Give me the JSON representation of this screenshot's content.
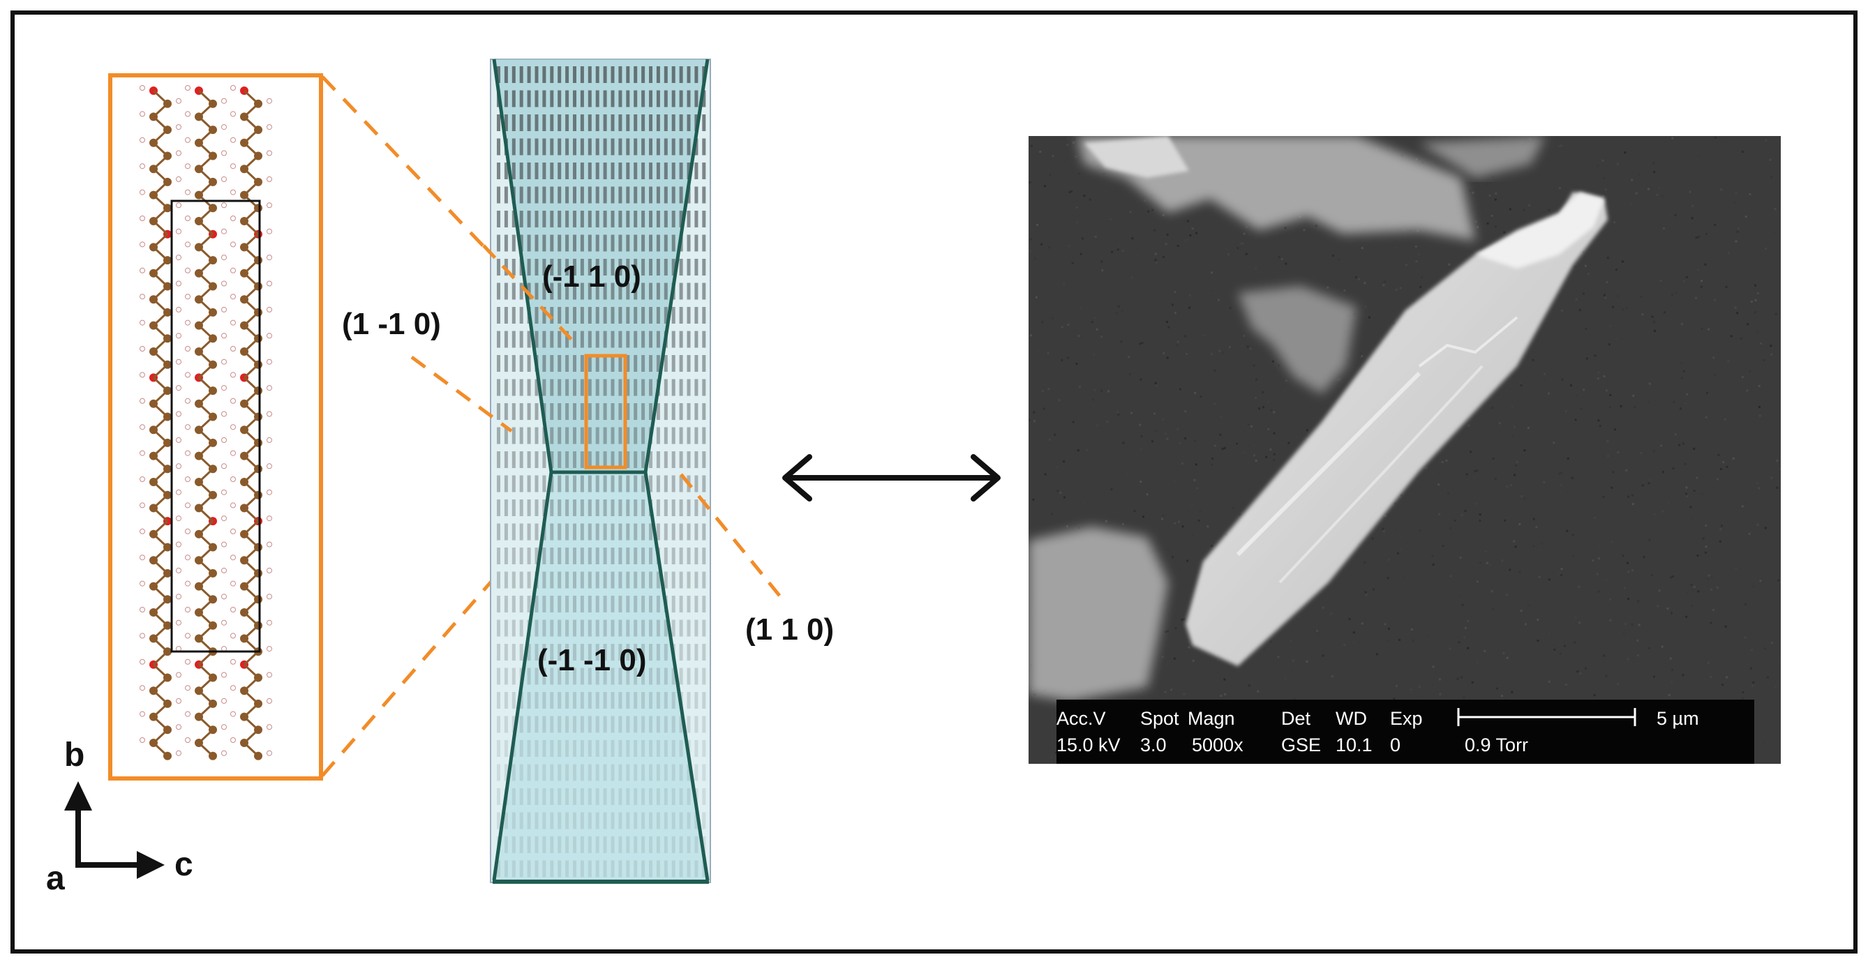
{
  "planes": {
    "top": "(-1 1 0)",
    "bottom": "(-1 -1 0)",
    "left": "(1 -1 0)",
    "right": "(1 1 0)"
  },
  "axes": {
    "b": "b",
    "a": "a",
    "c": "c"
  },
  "sem_info": {
    "header": [
      "Acc.V",
      "Spot",
      "Magn",
      "Det",
      "WD",
      "Exp"
    ],
    "values": [
      "15.0 kV",
      "3.0",
      "5000x",
      "GSE",
      "10.1",
      "0",
      "0.9 Torr"
    ],
    "scale": "5 µm"
  },
  "colors": {
    "crystal_fill": "#c8e8ec",
    "crystal_edge": "#1f5c52",
    "zoom_box": "#f28c28",
    "oxygen": "#e02020",
    "carbon": "#8a5a2b"
  },
  "icons": {
    "double_arrow": "double-headed-arrow-icon"
  }
}
